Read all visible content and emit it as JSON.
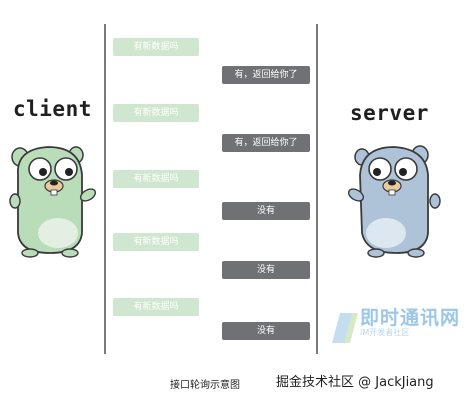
{
  "labels": {
    "client": "client",
    "server": "server"
  },
  "messages": {
    "request": "有新数据吗",
    "reply_yes": "有，返回给你了",
    "reply_no": "没有"
  },
  "caption": "接口轮询示意图",
  "watermark": {
    "brand_cn": "即时通讯网",
    "brand_sub": "IM开发者社区",
    "credit": "掘金技术社区 @ JackJiang"
  },
  "colors": {
    "client_gopher": "#b9dcb9",
    "server_gopher": "#aec3d8",
    "request_box": "#cfe6cf",
    "response_box": "#6f7175"
  }
}
